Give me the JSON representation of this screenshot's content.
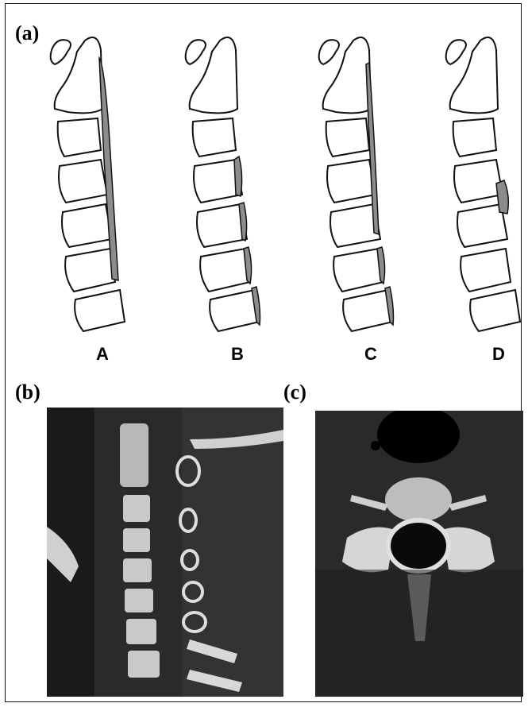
{
  "panels": {
    "a_label": "(a)",
    "b_label": "(b)",
    "c_label": "(c)"
  },
  "diagram_labels": [
    "A",
    "B",
    "C",
    "D"
  ],
  "colors": {
    "outline": "#111111",
    "ossification_fill": "#8c8c8c",
    "ct_background": "#050505",
    "bone": "#cfcfcf"
  }
}
